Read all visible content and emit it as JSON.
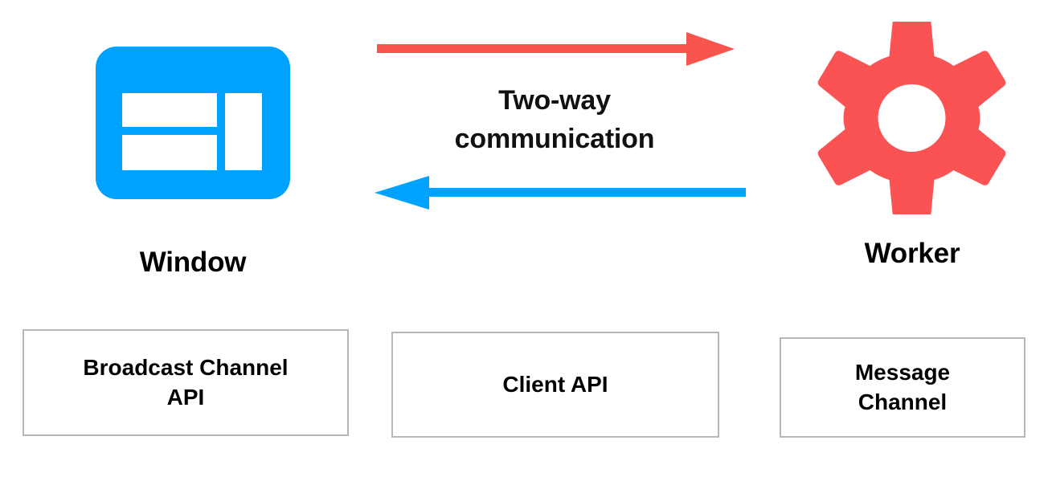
{
  "diagram": {
    "title": "Two-way communication between Window and Worker",
    "background_color": "#ffffff",
    "nodes": [
      {
        "id": "window",
        "label": "Window",
        "icon": "browser-window-icon",
        "color": "#00A2FF"
      },
      {
        "id": "worker",
        "label": "Worker",
        "icon": "gear-icon",
        "color": "#FB5353"
      }
    ],
    "connectors": {
      "caption_line_1": "Two-way",
      "caption_line_2": "communication",
      "forward": {
        "name": "window-to-worker-arrow",
        "direction": "right",
        "color": "#F9554F"
      },
      "backward": {
        "name": "worker-to-window-arrow",
        "direction": "left",
        "color": "#00A2FF"
      }
    },
    "api_boxes": [
      {
        "line_1": "Broadcast Channel",
        "line_2": "API"
      },
      {
        "line_1": "Client API",
        "line_2": ""
      },
      {
        "line_1": "Message",
        "line_2": "Channel"
      }
    ],
    "colors": {
      "blue": "#00A2FF",
      "red": "#FB5353",
      "arrow_red": "#F9554F",
      "box_border": "#b7b7b7",
      "text": "#000000"
    }
  }
}
